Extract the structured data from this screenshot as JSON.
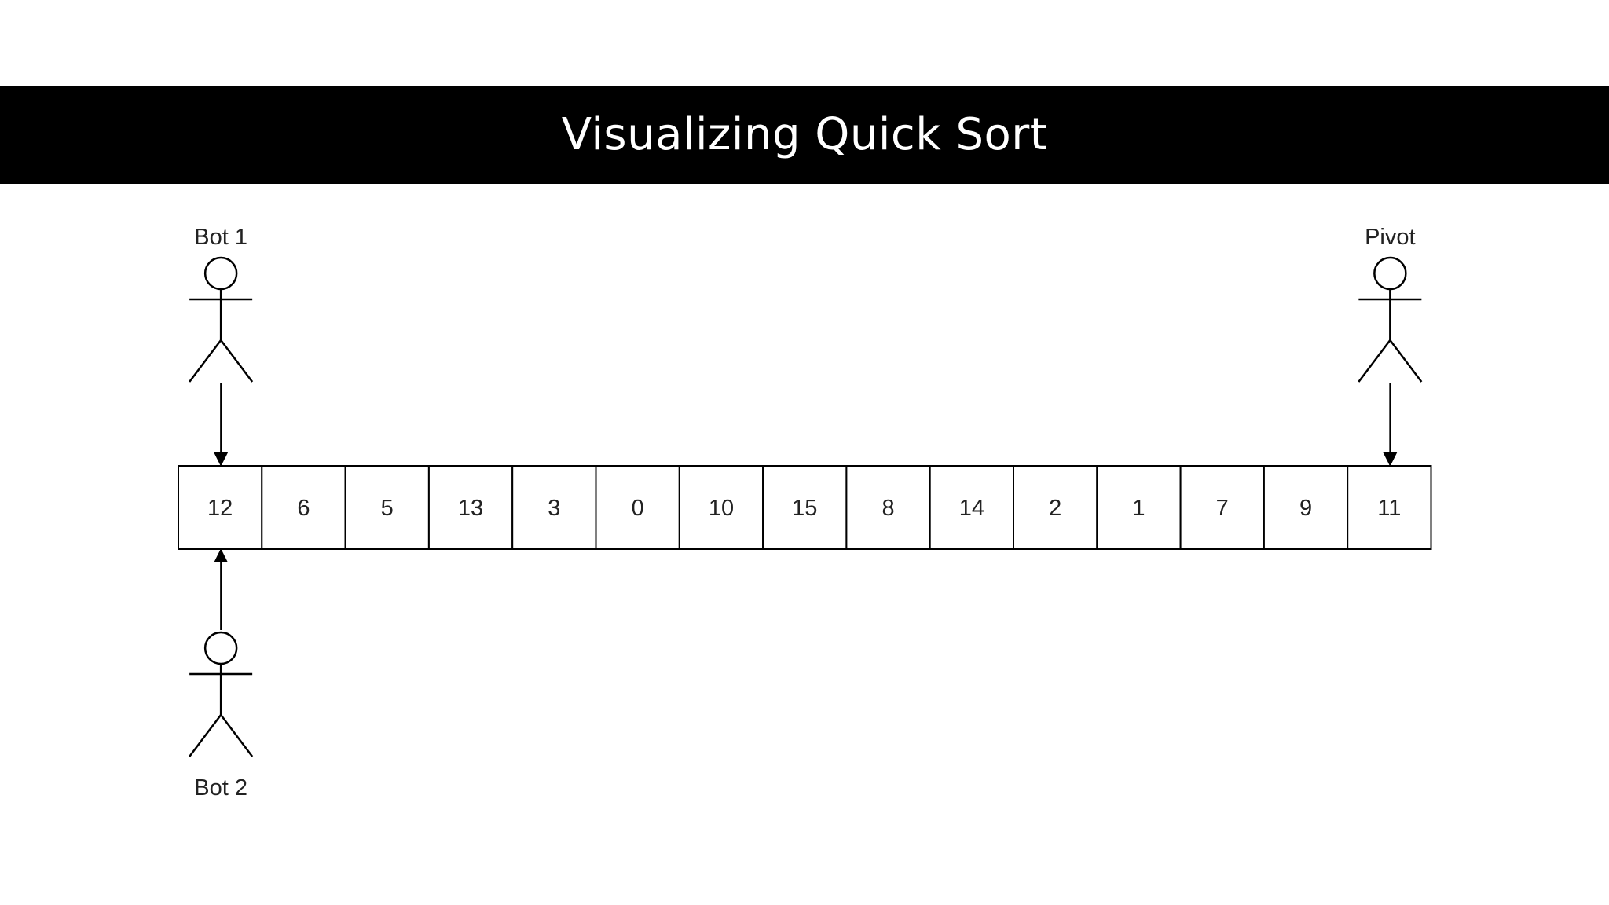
{
  "title": "Visualizing Quick Sort",
  "array": [
    "12",
    "6",
    "5",
    "13",
    "3",
    "0",
    "10",
    "15",
    "8",
    "14",
    "2",
    "1",
    "7",
    "9",
    "11"
  ],
  "figures": [
    {
      "id": "bot-1",
      "label": "Bot 1",
      "points_to_index": 0,
      "placement": "above"
    },
    {
      "id": "bot-2",
      "label": "Bot 2",
      "points_to_index": 0,
      "placement": "below"
    },
    {
      "id": "pivot",
      "label": "Pivot",
      "points_to_index": 14,
      "placement": "above"
    }
  ]
}
